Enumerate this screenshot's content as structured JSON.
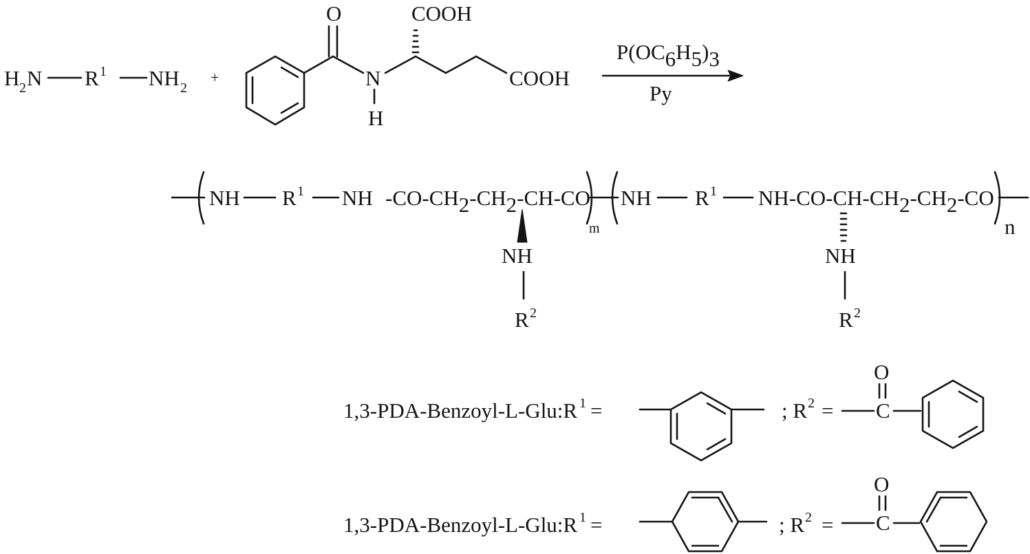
{
  "reactants": {
    "diamine": {
      "h2n": "H",
      "h2n_sub": "2",
      "h2n_n": "N",
      "r1": "R",
      "r1_sup": "1",
      "nh2": "NH",
      "nh2_sub": "2"
    },
    "plus": "+",
    "acid": {
      "o": "O",
      "cooh_top": "COOH",
      "nh_n": "N",
      "nh_h": "H",
      "cooh_right": "COOH"
    }
  },
  "conditions": {
    "above": {
      "p_oc": "P(OC",
      "six": "6",
      "h": "H",
      "five": "5",
      "close": ")",
      "three": "3"
    },
    "below": "Py"
  },
  "polymer": {
    "unit_m": {
      "nh1": "NH",
      "r1": "R",
      "r1_sup": "1",
      "nh2": "NH",
      "co1": "-CO-CH",
      "ch2a_sub": "2",
      "ch2b": "-CH",
      "ch2b_sub": "2",
      "ch": "-CH",
      "co2": "-CO",
      "side_nh": "NH",
      "side_r2": "R",
      "side_r2_sup": "2",
      "subscript": "m"
    },
    "unit_n": {
      "nh1": "NH",
      "r1": "R",
      "r1_sup": "1",
      "nh2": "NH-CO-CH-CH",
      "ch2a_sub": "2",
      "ch2b": "-CH",
      "ch2b_sub": "2",
      "co": "-CO",
      "side_nh": "NH",
      "side_r2": "R",
      "side_r2_sup": "2",
      "subscript": "n"
    }
  },
  "definitions": [
    {
      "name": "1,3-PDA-Benzoyl-L-Glu:R",
      "r1_sup": "1",
      "equals1": "=",
      "sep": "; R",
      "r2_sup": "2",
      "equals2": "=",
      "carbonyl_o": "O",
      "carbonyl_c": "C"
    },
    {
      "name": "1,3-PDA-Benzoyl-L-Glu:R",
      "r1_sup": "1",
      "equals1": "=",
      "sep": "; R",
      "r2_sup": "2",
      "equals2": "=",
      "carbonyl_o": "O",
      "carbonyl_c": "C"
    }
  ]
}
